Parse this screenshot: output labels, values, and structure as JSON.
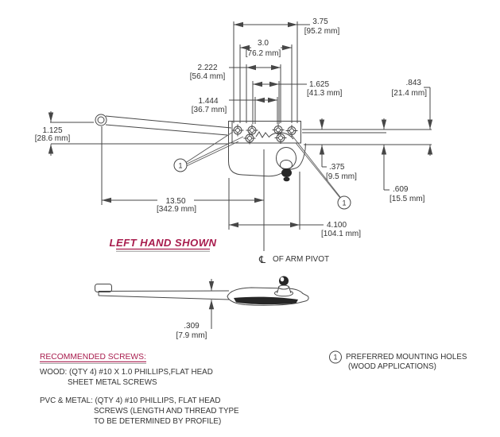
{
  "drawing": {
    "dims": {
      "w375": {
        "v": "3.75",
        "mm": "[95.2 mm]"
      },
      "w30": {
        "v": "3.0",
        "mm": "[76.2 mm]"
      },
      "w2222": {
        "v": "2.222",
        "mm": "[56.4 mm]"
      },
      "w1625": {
        "v": "1.625",
        "mm": "[41.3 mm]"
      },
      "w1444": {
        "v": "1.444",
        "mm": "[36.7 mm]"
      },
      "h843": {
        "v": ".843",
        "mm": "[21.4 mm]"
      },
      "h1125": {
        "v": "1.125",
        "mm": "[28.6 mm]"
      },
      "h375": {
        "v": ".375",
        "mm": "[9.5 mm]"
      },
      "h609": {
        "v": ".609",
        "mm": "[15.5 mm]"
      },
      "w1350": {
        "v": "13.50",
        "mm": "[342.9 mm]"
      },
      "w4100": {
        "v": "4.100",
        "mm": "[104.1 mm]"
      },
      "t309": {
        "v": ".309",
        "mm": "[7.9 mm]"
      }
    },
    "callout_number": "1",
    "left_hand_note": "LEFT HAND SHOWN",
    "centerline_symbol": "℄",
    "arm_pivot_label": "OF ARM PIVOT"
  },
  "notes": {
    "heading": "RECOMMENDED SCREWS:",
    "wood_line1": "WOOD: (QTY 4)  #10 X 1.0 PHILLIPS,FLAT HEAD",
    "wood_line2": "SHEET METAL SCREWS",
    "pvc_line1": "PVC & METAL: (QTY 4) #10 PHILLIPS, FLAT HEAD",
    "pvc_line2": "SCREWS (LENGTH AND THREAD TYPE",
    "pvc_line3": "TO BE DETERMINED BY PROFILE)"
  },
  "legend": {
    "marker": "1",
    "line1": "PREFERRED MOUNTING HOLES",
    "line2": "(WOOD APPLICATIONS)"
  },
  "colors": {
    "accent": "#a81c4d",
    "line": "#474747",
    "text": "#333333"
  }
}
